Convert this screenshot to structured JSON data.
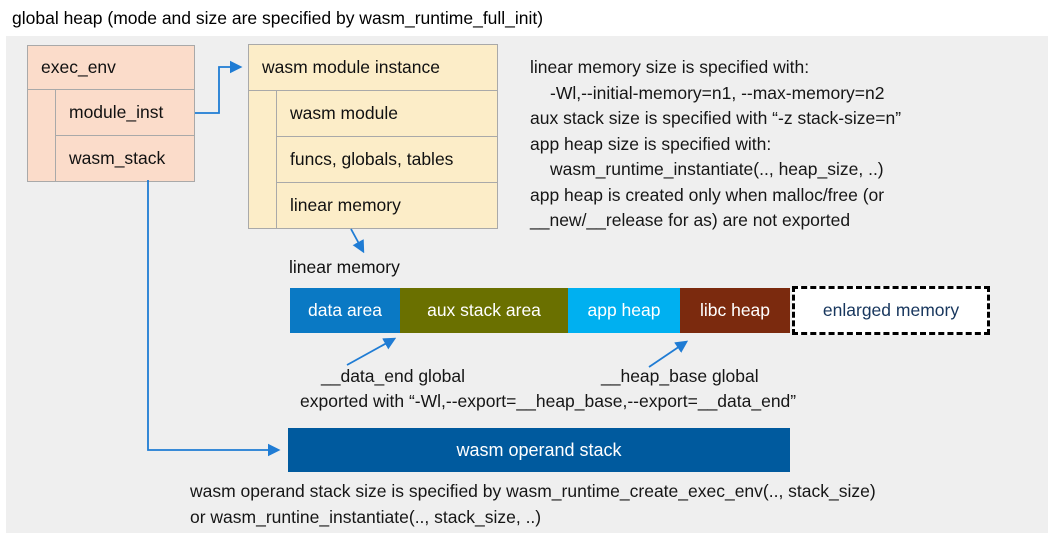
{
  "title": "global heap (mode and size are specified by wasm_runtime_full_init)",
  "exec_env": {
    "header": "exec_env",
    "rows": [
      "module_inst",
      "wasm_stack"
    ]
  },
  "module_instance": {
    "header": "wasm module instance",
    "rows": [
      "wasm module",
      "funcs, globals, tables",
      "linear memory"
    ]
  },
  "notes": {
    "lines": [
      "linear memory size is specified with:",
      "-Wl,--initial-memory=n1, --max-memory=n2",
      "aux stack size is specified with “-z stack-size=n”",
      "app heap size is specified with:",
      "wasm_runtime_instantiate(.., heap_size, ..)",
      "app heap is created only when malloc/free (or",
      "__new/__release for as) are not exported"
    ]
  },
  "linear_memory": {
    "label": "linear memory",
    "segments": [
      {
        "label": "data area",
        "color": "#0a79c4"
      },
      {
        "label": "aux stack area",
        "color": "#6a7000"
      },
      {
        "label": "app heap",
        "color": "#00b0f0"
      },
      {
        "label": "libc heap",
        "color": "#7b2a0e"
      },
      {
        "label": "enlarged memory",
        "color": "#ffffff",
        "text_color": "#17365d"
      }
    ]
  },
  "annotations": {
    "data_end": "__data_end global",
    "heap_base": "__heap_base global",
    "exported": "exported with “-Wl,--export=__heap_base,--export=__data_end”"
  },
  "operand_stack": {
    "label": "wasm operand stack",
    "color": "#005a9e"
  },
  "footer": {
    "lines": [
      "wasm operand stack size is specified by wasm_runtime_create_exec_env(.., stack_size)",
      "or wasm_runtine_instantiate(.., stack_size, ..)"
    ]
  },
  "colors": {
    "connector": "#1f7cd4",
    "box_pink": "#fbdcca",
    "box_cream": "#fcedc8",
    "panel_gray": "#efefef"
  }
}
